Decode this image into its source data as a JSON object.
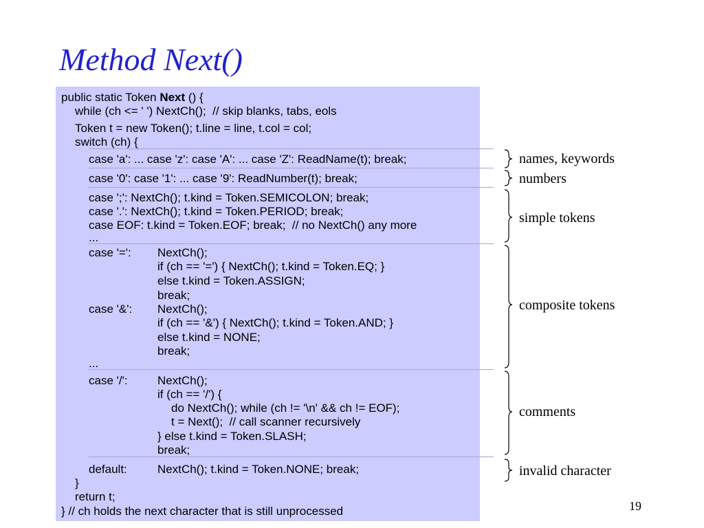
{
  "slide": {
    "title": "Method Next()",
    "page_number": "19"
  },
  "code": {
    "line1_pre": "public static Token ",
    "line1_bold": "Next",
    "line1_post": " () {",
    "lines": [
      "while (ch <= ' ') NextCh();  // skip blanks, tabs, eols",
      "Token t = new Token(); t.line = line, t.col = col;",
      "switch (ch) {",
      "case 'a': ... case 'z': case 'A': ... case 'Z': ReadName(t); break;",
      "case '0': case '1': ... case '9': ReadNumber(t); break;",
      "case ';': NextCh(); t.kind = Token.SEMICOLON; break;",
      "case '.': NextCh(); t.kind = Token.PERIOD; break;",
      "case EOF: t.kind = Token.EOF; break;  // no NextCh() any more",
      "...",
      "case '=':",
      "NextCh();",
      "if (ch == '=') { NextCh(); t.kind = Token.EQ; }",
      "else t.kind = Token.ASSIGN;",
      "break;",
      "case '&':",
      "NextCh();",
      "if (ch == '&') { NextCh(); t.kind = Token.AND; }",
      "else t.kind = NONE;",
      "break;",
      "...",
      "case '/':",
      "NextCh();",
      "if (ch == '/') {",
      "do NextCh(); while (ch != '\\n' && ch != EOF);",
      "t = Next();  // call scanner recursively",
      "} else t.kind = Token.SLASH;",
      "break;",
      "default:",
      "NextCh(); t.kind = Token.NONE; break;",
      "}",
      "return t;",
      "} // ch holds the next character that is still unprocessed"
    ]
  },
  "annotations": [
    "names, keywords",
    "numbers",
    "simple tokens",
    "composite tokens",
    "comments",
    "invalid character"
  ]
}
